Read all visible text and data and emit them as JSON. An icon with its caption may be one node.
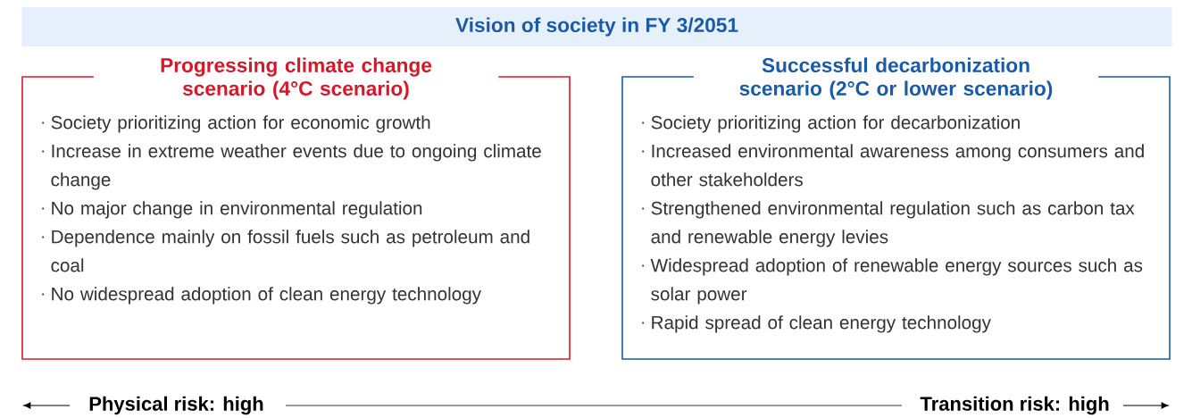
{
  "diagram": {
    "nodes": [
      {
        "text": [
          "Vision of society in FY 3/2051"
        ]
      },
      {
        "text": [
          "Progressing climate change scenario (4°C scenario)",
          "Society prioritizing action for economic growth",
          "Increase in extreme weather events due to ongoing climate change",
          "No major change in environmental regulation",
          "Dependence mainly on fossil fuels such as petroleum and coal",
          "No widespread adoption of clean energy technology"
        ]
      },
      {
        "text": [
          "Successful decarbonization scenario (2°C or lower scenario)",
          "Society prioritizing action for decarbonization",
          "Increased environmental awareness among consumers and other stakeholders",
          "Strengthened environmental regulation such as carbon tax and renewable energy levies",
          "Widespread adoption of renewable energy sources such as solar power",
          "Rapid spread of clean energy technology"
        ]
      }
    ],
    "labels": [
      "Physical risk: high",
      "Transition risk: high"
    ]
  }
}
